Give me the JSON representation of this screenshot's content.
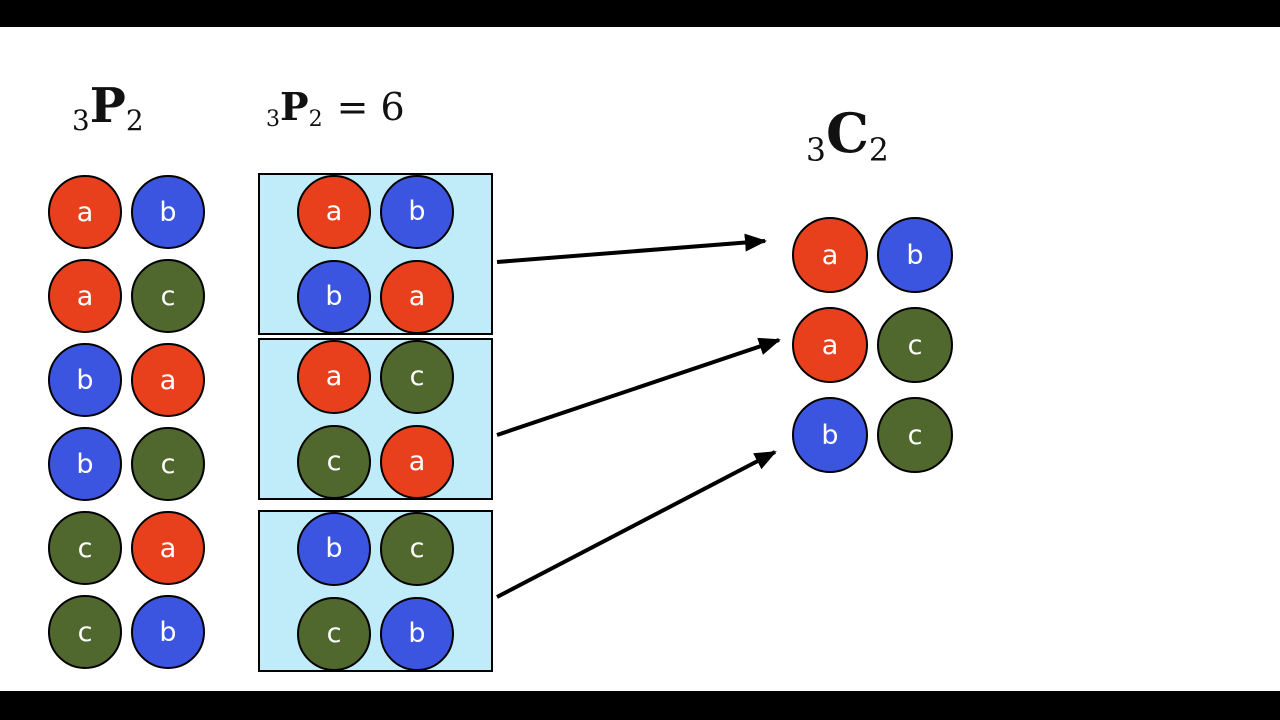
{
  "colors": {
    "red": "#e8401d",
    "blue": "#3b55e0",
    "green": "#50682e",
    "box_bg": "#c0ecfa",
    "box_border": "#000000",
    "circle_border": "#000000",
    "background": "#ffffff",
    "letterbox": "#000000",
    "arrow": "#000000"
  },
  "left_column": {
    "title": {
      "pre_sub": "3",
      "letter": "P",
      "post_sub": "2"
    },
    "pairs": [
      [
        {
          "letter": "a",
          "color": "red"
        },
        {
          "letter": "b",
          "color": "blue"
        }
      ],
      [
        {
          "letter": "a",
          "color": "red"
        },
        {
          "letter": "c",
          "color": "green"
        }
      ],
      [
        {
          "letter": "b",
          "color": "blue"
        },
        {
          "letter": "a",
          "color": "red"
        }
      ],
      [
        {
          "letter": "b",
          "color": "blue"
        },
        {
          "letter": "c",
          "color": "green"
        }
      ],
      [
        {
          "letter": "c",
          "color": "green"
        },
        {
          "letter": "a",
          "color": "red"
        }
      ],
      [
        {
          "letter": "c",
          "color": "green"
        },
        {
          "letter": "b",
          "color": "blue"
        }
      ]
    ]
  },
  "middle_column": {
    "title": {
      "pre_sub": "3",
      "letter": "P",
      "post_sub": "2",
      "suffix": "= 6"
    },
    "boxes": [
      {
        "pairs": [
          [
            {
              "letter": "a",
              "color": "red"
            },
            {
              "letter": "b",
              "color": "blue"
            }
          ],
          [
            {
              "letter": "b",
              "color": "blue"
            },
            {
              "letter": "a",
              "color": "red"
            }
          ]
        ]
      },
      {
        "pairs": [
          [
            {
              "letter": "a",
              "color": "red"
            },
            {
              "letter": "c",
              "color": "green"
            }
          ],
          [
            {
              "letter": "c",
              "color": "green"
            },
            {
              "letter": "a",
              "color": "red"
            }
          ]
        ]
      },
      {
        "pairs": [
          [
            {
              "letter": "b",
              "color": "blue"
            },
            {
              "letter": "c",
              "color": "green"
            }
          ],
          [
            {
              "letter": "c",
              "color": "green"
            },
            {
              "letter": "b",
              "color": "blue"
            }
          ]
        ]
      }
    ]
  },
  "right_column": {
    "title": {
      "pre_sub": "3",
      "letter": "C",
      "post_sub": "2"
    },
    "pairs": [
      [
        {
          "letter": "a",
          "color": "red"
        },
        {
          "letter": "b",
          "color": "blue"
        }
      ],
      [
        {
          "letter": "a",
          "color": "red"
        },
        {
          "letter": "c",
          "color": "green"
        }
      ],
      [
        {
          "letter": "b",
          "color": "blue"
        },
        {
          "letter": "c",
          "color": "green"
        }
      ]
    ]
  }
}
